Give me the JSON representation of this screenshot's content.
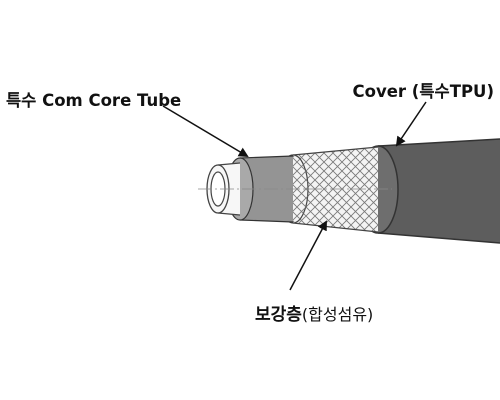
{
  "labels": {
    "core": "특수 Com Core Tube",
    "cover": "Cover (특수TPU)",
    "reinforcement_main": "보강층",
    "reinforcement_sub": "(합성섬유)"
  },
  "colors": {
    "cover_fill": "#5d5d5d",
    "cover_end": "#6e6e6e",
    "braid_fill": "#f4f4f4",
    "braid_mesh": "#7a7a7a",
    "core_fill": "#949494",
    "core_end": "#a9a9a9",
    "inner_tube_fill": "#f7f7f7",
    "arrow": "#111111"
  }
}
